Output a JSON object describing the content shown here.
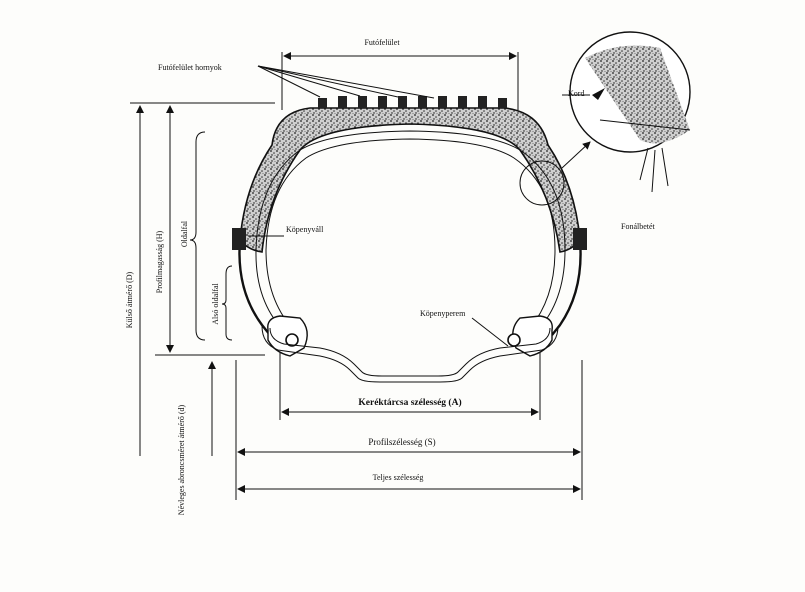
{
  "labels": {
    "tread": "Futófelület",
    "tread_grooves": "Futófelület hornyok",
    "cord": "Kord",
    "bead_wire": "Fonálbetét",
    "casing_ply": "Köpenyváll",
    "bead": "Köpenyperem",
    "rim_width": "Keréktárcsa szélesség (A)",
    "section_width": "Profilszélesség (S)",
    "overall_width": "Teljes szélesség",
    "outer_diameter": "Külső átmérő (D)",
    "section_height": "Profilmagasság (H)",
    "sidewall": "Oldalfal",
    "lower_sidewall": "Alsó oldalfal",
    "nominal_rim_diameter": "Névleges abroncsméret átmérő (d)"
  },
  "colors": {
    "ink": "#111111",
    "paper": "#fdfdfb",
    "tread_fill": "#3a3a3a"
  }
}
